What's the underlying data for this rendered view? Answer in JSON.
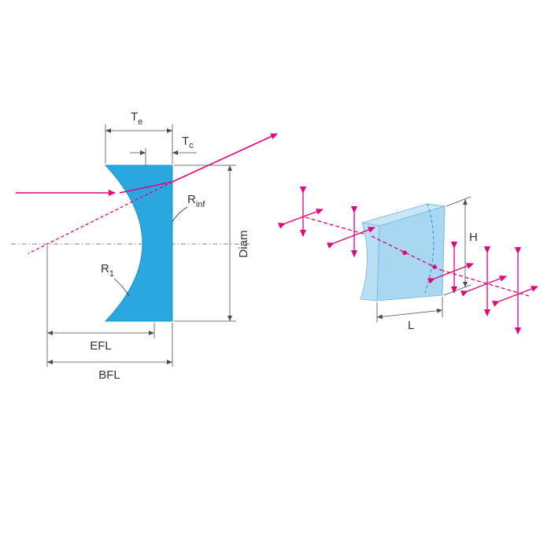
{
  "colors": {
    "lens_fill": "#29a8e0",
    "lens_edge": "#1f8fc8",
    "ray": "#e6007e",
    "dim_line": "#4d4d4d",
    "axis": "#555555",
    "cyl_front": "#a8d7f1",
    "cyl_top": "#c9e6f7",
    "cyl_side": "#8ecbeb"
  },
  "left_diagram": {
    "labels": {
      "te_main": "T",
      "te_sub": "e",
      "tc_main": "T",
      "tc_sub": "c",
      "rinf_main": "R",
      "rinf_sub": "inf",
      "r1_main": "R",
      "r1_sub": "1",
      "diam": "Diam",
      "efl": "EFL",
      "bfl": "BFL"
    }
  },
  "right_diagram": {
    "labels": {
      "height": "H",
      "length": "L"
    }
  }
}
